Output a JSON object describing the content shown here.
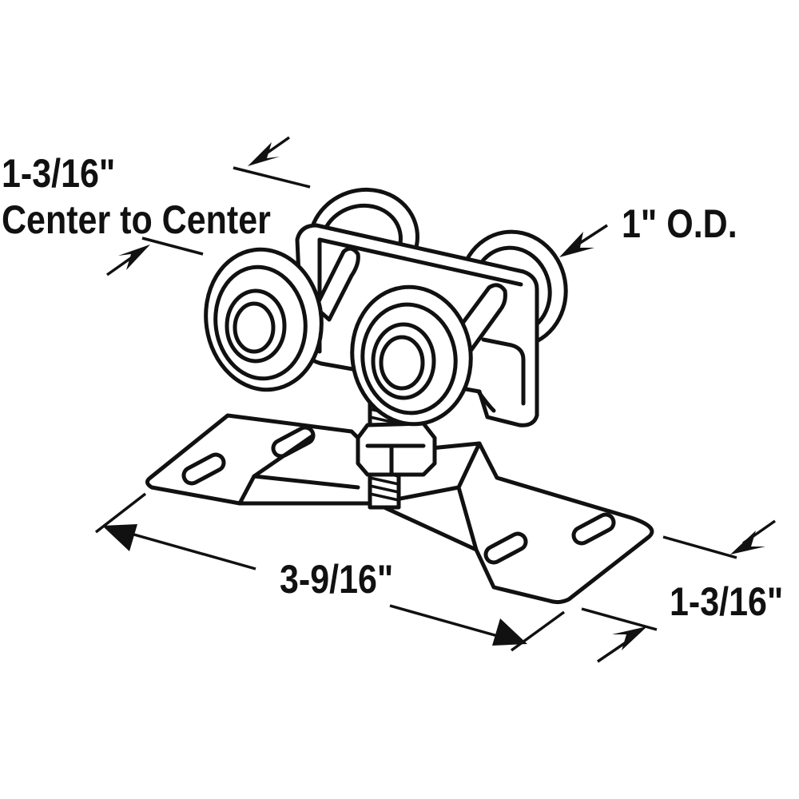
{
  "labels": {
    "spacing_value": "1-3/16\"",
    "spacing_caption": "Center to Center",
    "wheel_diameter": "1\" O.D.",
    "plate_length": "3-9/16\"",
    "plate_width": "1-3/16\""
  },
  "colors": {
    "ink": "#111111",
    "background": "#ffffff"
  }
}
